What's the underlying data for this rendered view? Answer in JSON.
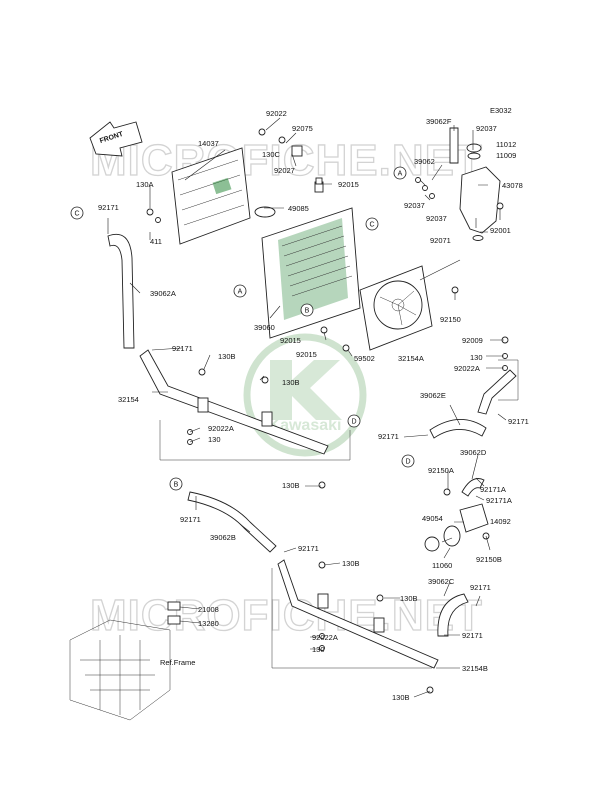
{
  "diagram_code": "E3032",
  "front_label": "FRONT",
  "watermark_text": "MICROFICHE.NET",
  "logo_text": "Kawasaki",
  "ref_frame_label": "Ref.Frame",
  "callout_letters": [
    "A",
    "B",
    "C",
    "D"
  ],
  "colors": {
    "accent_green": "#2d8a3e",
    "watermark_gray": "#d3d3d3",
    "logo_green": "#cfe3cf"
  },
  "labels": {
    "p14037": "14037",
    "p130A": "130A",
    "p411": "411",
    "p92171_c": "92171",
    "p39062A": "39062A",
    "p92022_top": "92022",
    "p130C": "130C",
    "p92075": "92075",
    "p92027": "92027",
    "p92015_top": "92015",
    "p49085": "49085",
    "p39060": "39060",
    "p92015_a": "92015",
    "p92015_b": "92015",
    "p59502": "59502",
    "p92150": "92150",
    "p39062F": "39062F",
    "p92037_a": "92037",
    "p11012": "11012",
    "p11009": "11009",
    "p39062": "39062",
    "p43078": "43078",
    "p92037_b": "92037",
    "p92037_c": "92037",
    "p92071": "92071",
    "p92001": "92001",
    "p92171_mid": "92171",
    "p130B_a": "130B",
    "p130B_b": "130B",
    "p32154": "32154",
    "p92022A_a": "92022A",
    "p130_a": "130",
    "p130B_c": "130B",
    "p92009": "92009",
    "p32154A": "32154A",
    "p130_b": "130",
    "p92022A_b": "92022A",
    "p39062E": "39062E",
    "p92171_r": "92171",
    "p92171_rr": "92171",
    "p39062D": "39062D",
    "p92150A": "92150A",
    "p92171A_a": "92171A",
    "p92171A_b": "92171A",
    "p49054": "49054",
    "p14092": "14092",
    "p11060": "11060",
    "p92150B": "92150B",
    "p92171_b": "92171",
    "p39062B": "39062B",
    "p92171_low": "92171",
    "p130B_d": "130B",
    "p130B_e": "130B",
    "p39062C": "39062C",
    "p92171_c2": "92171",
    "p92171_c3": "92171",
    "p21008": "21008",
    "p13280": "13280",
    "p92022A_c": "92022A",
    "p130_c": "130",
    "p32154B": "32154B",
    "p130B_f": "130B"
  }
}
